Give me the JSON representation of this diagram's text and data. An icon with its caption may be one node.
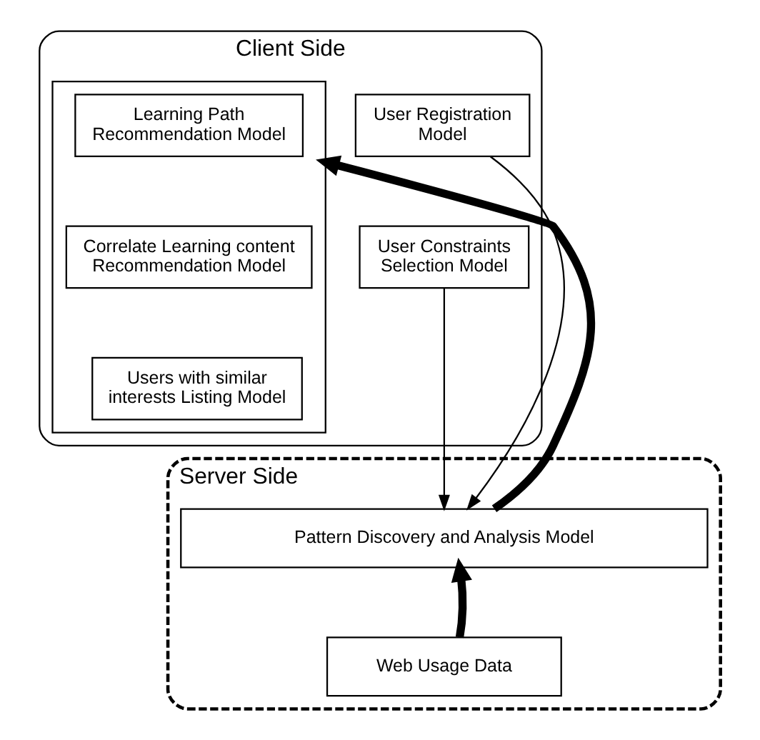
{
  "diagram": {
    "nodes": [
      {
        "text": [
          "Client Side"
        ]
      },
      {
        "text": [
          "User Registration Model"
        ],
        "in": 0
      },
      {
        "text": [
          "User Constraints Selection Model"
        ],
        "in": 0
      },
      {
        "text": [],
        "shape": "box",
        "in": 0
      },
      {
        "text": [
          "Learning Path Recommendation Model"
        ],
        "in": 3
      },
      {
        "text": [
          "Correlate Learning content Recommendation Model"
        ],
        "in": 3
      },
      {
        "text": [
          "Users with similar interests Listing Model"
        ],
        "in": 3
      },
      {
        "text": [
          "Server Side"
        ]
      },
      {
        "text": [
          "Pattern Discovery and Analysis Model"
        ],
        "in": 7
      },
      {
        "text": [
          "Web Usage Data"
        ],
        "in": 7
      }
    ],
    "edges": [
      {
        "from": 1,
        "to": 8,
        "arrow": "to"
      },
      {
        "from": 2,
        "to": 8,
        "arrow": "to"
      },
      {
        "from": 8,
        "to": 3,
        "arrow": "to",
        "style": "thick"
      },
      {
        "from": 9,
        "to": 8,
        "arrow": "to",
        "style": "thick"
      }
    ]
  }
}
